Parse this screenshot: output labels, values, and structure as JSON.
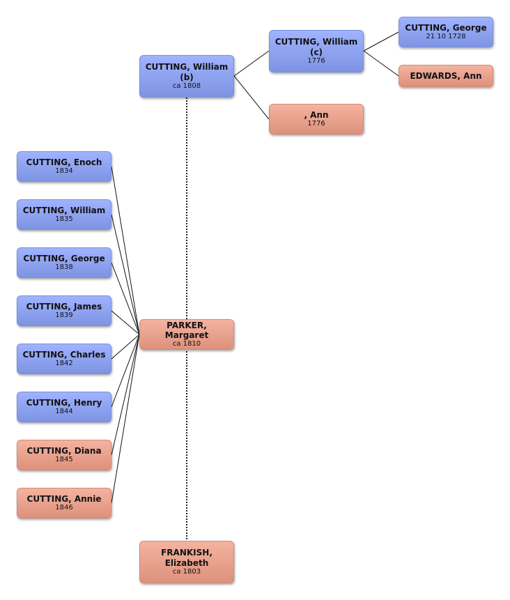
{
  "colors": {
    "male": "#8fa4f2",
    "female": "#ea a28d",
    "line": "#111111"
  },
  "people": {
    "william_b": {
      "name": "CUTTING, William (b)",
      "date": "ca 1808",
      "sex": "male"
    },
    "william_c": {
      "name": "CUTTING, William (c)",
      "date": "1776",
      "sex": "male"
    },
    "george_1728": {
      "name": "CUTTING, George",
      "date": "21 10 1728",
      "sex": "male"
    },
    "edwards_ann": {
      "name": "EDWARDS, Ann",
      "date": "",
      "sex": "female"
    },
    "ann": {
      "name": ", Ann",
      "date": "1776",
      "sex": "female"
    },
    "margaret": {
      "name": "PARKER, Margaret",
      "date": "ca 1810",
      "sex": "female"
    },
    "elizabeth": {
      "name": "FRANKISH, Elizabeth",
      "date": "ca 1803",
      "sex": "female"
    },
    "enoch": {
      "name": "CUTTING, Enoch",
      "date": "1834",
      "sex": "male"
    },
    "william_1835": {
      "name": "CUTTING, William",
      "date": "1835",
      "sex": "male"
    },
    "george_1838": {
      "name": "CUTTING, George",
      "date": "1838",
      "sex": "male"
    },
    "james": {
      "name": "CUTTING, James",
      "date": "1839",
      "sex": "male"
    },
    "charles": {
      "name": "CUTTING, Charles",
      "date": "1842",
      "sex": "male"
    },
    "henry": {
      "name": "CUTTING, Henry",
      "date": "1844",
      "sex": "male"
    },
    "diana": {
      "name": "CUTTING, Diana",
      "date": "1845",
      "sex": "female"
    },
    "annie": {
      "name": "CUTTING, Annie",
      "date": "1846",
      "sex": "female"
    }
  }
}
